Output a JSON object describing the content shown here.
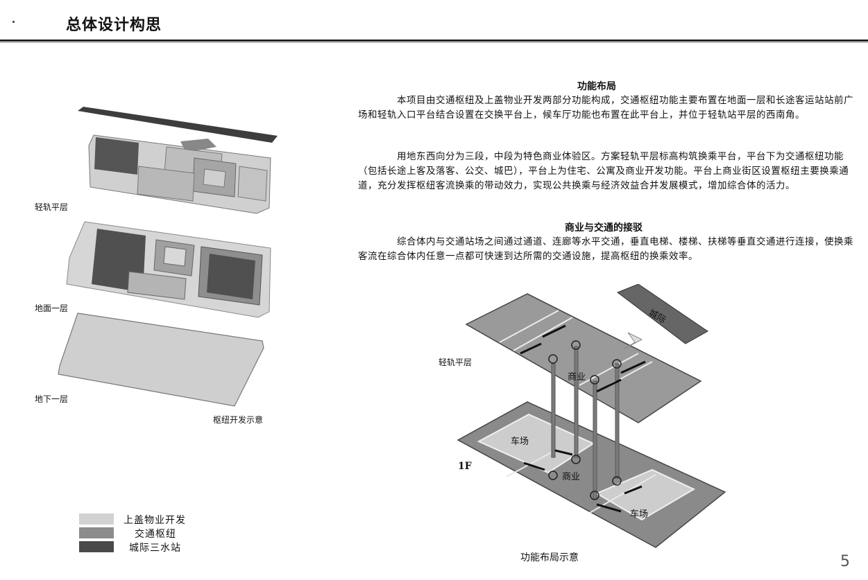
{
  "header": {
    "title": "总体设计构思"
  },
  "section1": {
    "title": "功能布局",
    "p1": "本项目由交通枢纽及上盖物业开发两部分功能构成，交通枢纽功能主要布置在地面一层和长途客运站站前广场和轻轨入口平台结合设置在交换平台上，候车厅功能也布置在此平台上，并位于轻轨站平层的西南角。",
    "p2": "用地东西向分为三段，中段为特色商业体验区。方案轻轨平层标高构筑换乘平台，平台下为交通枢纽功能（包括长途上客及落客、公交、城巴），平台上为住宅、公寓及商业开发功能。平台上商业街区设置枢纽主要换乘通道，充分发挥枢纽客流换乘的带动效力，实现公共换乘与经济效益合并发展模式，增加综合体的活力。"
  },
  "section2": {
    "title": "商业与交通的接驳",
    "p1": "综合体内与交通站场之间通过通道、连廊等水平交通，垂直电梯、楼梯、扶梯等垂直交通进行连接，使换乘客流在综合体内任意一点都可快速到达所需的交通设施，提高枢纽的换乘效率。"
  },
  "left_diagram": {
    "layer1": "轻轨平层",
    "layer2": "地面一层",
    "layer3": "地下一层",
    "caption": "枢纽开发示意"
  },
  "right_diagram": {
    "upper_label": "轻轨平层",
    "lower_label": "1F",
    "intercity": "城际",
    "commerce_upper": "商业",
    "commerce_lower": "商业",
    "parking_left": "车场",
    "parking_right": "车场",
    "caption": "功能布局示意"
  },
  "legend": [
    {
      "label": "上盖物业开发",
      "color": "#d2d2d2"
    },
    {
      "label": "交通枢纽",
      "color": "#8c8c8c"
    },
    {
      "label": "城际三水站",
      "color": "#4a4a4a"
    }
  ],
  "page_number": "5"
}
